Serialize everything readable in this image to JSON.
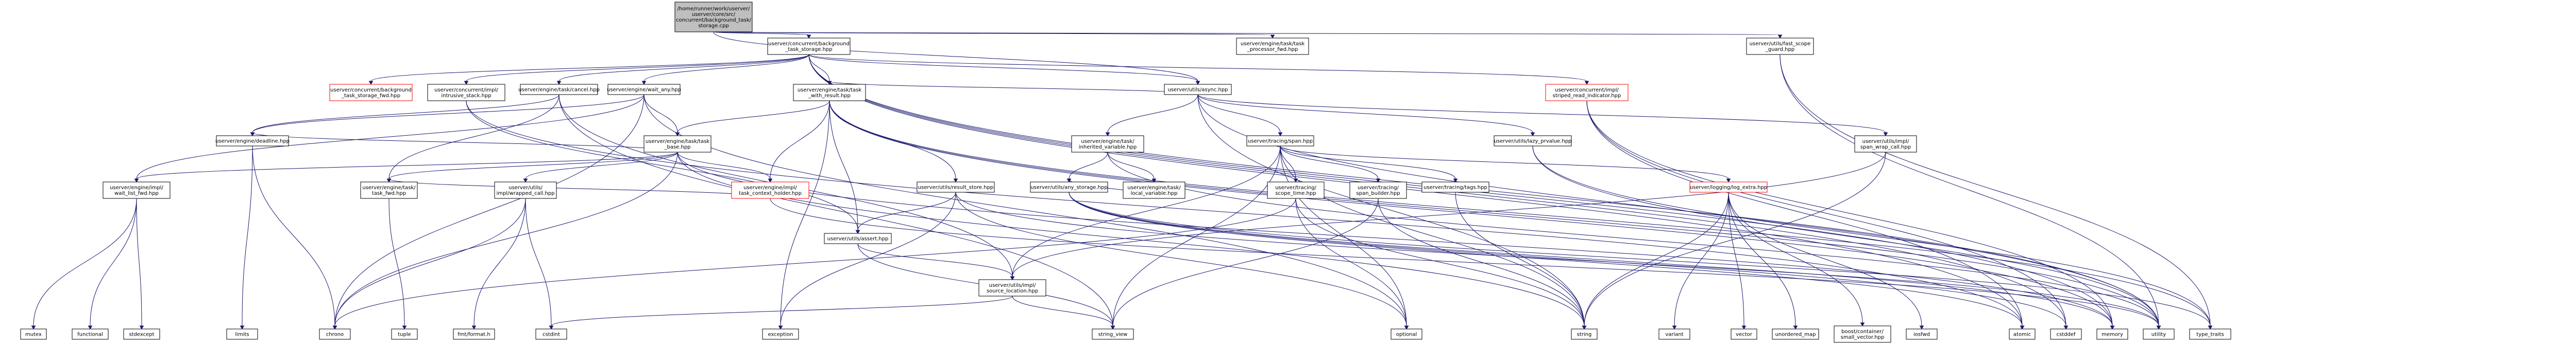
{
  "colors": {
    "root_fill": "#bfbfbf",
    "node_fill": "#ffffff",
    "node_border": "#000000",
    "link_border": "#ff0000",
    "edge": "#191970"
  },
  "nodes": [
    {
      "id": "root",
      "lines": [
        "/home/runner/work/userver/",
        "userver/core/src/",
        "concurrent/background_task/",
        "storage.cpp"
      ],
      "kind": "root"
    },
    {
      "id": "n_bts",
      "lines": [
        "userver/concurrent/background",
        "_task_storage.hpp"
      ],
      "kind": "link"
    },
    {
      "id": "n_tp",
      "lines": [
        "userver/engine/task/task",
        "_processor_fwd.hpp"
      ],
      "kind": "link"
    },
    {
      "id": "n_bg_fwd",
      "lines": [
        "userver/concurrent/background",
        "_task_storage_fwd.hpp"
      ],
      "kind": "link"
    },
    {
      "id": "n_impl",
      "lines": [
        "userver/concurrent/impl/",
        "intrusive_stack.hpp"
      ],
      "kind": "link"
    },
    {
      "id": "n_cancel",
      "lines": [
        "userver/engine/task/cancel.hpp"
      ],
      "kind": "link"
    },
    {
      "id": "n_wq",
      "lines": [
        "userver/engine/wait_any.hpp"
      ],
      "kind": "link"
    },
    {
      "id": "n_task",
      "lines": [
        "userver/engine/task/task",
        "_with_result.hpp"
      ],
      "kind": "link"
    },
    {
      "id": "n_utils_async",
      "lines": [
        "userver/utils/async.hpp"
      ],
      "kind": "link"
    },
    {
      "id": "n_fast_scope",
      "lines": [
        "userver/utils/fast_scope",
        "_guard.hpp"
      ],
      "kind": "link"
    },
    {
      "id": "n_counter",
      "lines": [
        "userver/concurrent/impl/",
        "striped_read_indicator.hpp"
      ],
      "kind": "link"
    },
    {
      "id": "n_deadline",
      "lines": [
        "userver/engine/deadline.hpp"
      ],
      "kind": "link"
    },
    {
      "id": "n_task_base",
      "lines": [
        "userver/engine/task/task",
        "_base.hpp"
      ],
      "kind": "link"
    },
    {
      "id": "n_span",
      "lines": [
        "userver/tracing/span.hpp"
      ],
      "kind": "link"
    },
    {
      "id": "n_lazy",
      "lines": [
        "userver/utils/lazy_prvalue.hpp"
      ],
      "kind": "link"
    },
    {
      "id": "n_impl_wait",
      "lines": [
        "userver/engine/impl/",
        "wait_list_fwd.hpp"
      ],
      "kind": "link"
    },
    {
      "id": "n_task_fwd",
      "lines": [
        "userver/engine/task/",
        "task_fwd.hpp"
      ],
      "kind": "link"
    },
    {
      "id": "n_impl_tc",
      "lines": [
        "userver/engine/impl/",
        "task_context_holder.hpp"
      ],
      "kind": "link"
    },
    {
      "id": "n_task_inh",
      "lines": [
        "userver/engine/task/",
        "inherited_variable.hpp"
      ],
      "kind": "link"
    },
    {
      "id": "n_result",
      "lines": [
        "userver/utils/result_store.hpp"
      ],
      "kind": "link"
    },
    {
      "id": "n_any_storage",
      "lines": [
        "userver/utils/any_storage.hpp"
      ],
      "kind": "link"
    },
    {
      "id": "n_task_info",
      "lines": [
        "userver/engine/task/",
        "local_variable.hpp"
      ],
      "kind": "link"
    },
    {
      "id": "n_clock",
      "lines": [
        "userver/utils/",
        "impl/wrapped_call.hpp"
      ],
      "kind": "link"
    },
    {
      "id": "n_span_builder",
      "lines": [
        "userver/tracing/",
        "span_builder.hpp"
      ],
      "kind": "link"
    },
    {
      "id": "n_log",
      "lines": [
        "userver/logging/log_extra.hpp"
      ],
      "kind": "link"
    },
    {
      "id": "n_tags",
      "lines": [
        "userver/tracing/tags.hpp"
      ],
      "kind": "link"
    },
    {
      "id": "n_scope_time",
      "lines": [
        "userver/tracing/",
        "scope_time.hpp"
      ],
      "kind": "link"
    },
    {
      "id": "n_assert",
      "lines": [
        "userver/utils/assert.hpp"
      ],
      "kind": "link"
    },
    {
      "id": "n_wrapped",
      "lines": [
        "userver/utils/impl/",
        "span_wrap_call.hpp"
      ],
      "kind": "link"
    },
    {
      "id": "n_source",
      "lines": [
        "userver/utils/impl/",
        "source_location.hpp"
      ],
      "kind": "link"
    },
    {
      "id": "n_string_view",
      "lines": [
        "string_view"
      ],
      "kind": "std"
    },
    {
      "id": "n_atomic",
      "lines": [
        "atomic"
      ],
      "kind": "std"
    },
    {
      "id": "n_cstddef",
      "lines": [
        "cstddef"
      ],
      "kind": "std"
    },
    {
      "id": "n_memory",
      "lines": [
        "memory"
      ],
      "kind": "std"
    },
    {
      "id": "n_utility",
      "lines": [
        "utility"
      ],
      "kind": "std"
    },
    {
      "id": "n_optional",
      "lines": [
        "optional"
      ],
      "kind": "std"
    },
    {
      "id": "n_chrono",
      "lines": [
        "chrono"
      ],
      "kind": "std"
    },
    {
      "id": "n_exception",
      "lines": [
        "exception"
      ],
      "kind": "std"
    },
    {
      "id": "n_functional",
      "lines": [
        "functional"
      ],
      "kind": "std"
    },
    {
      "id": "n_type_traits",
      "lines": [
        "type_traits"
      ],
      "kind": "std"
    },
    {
      "id": "n_string",
      "lines": [
        "string"
      ],
      "kind": "std"
    },
    {
      "id": "n_vector",
      "lines": [
        "vector"
      ],
      "kind": "std"
    },
    {
      "id": "n_stdexcept",
      "lines": [
        "stdexcept"
      ],
      "kind": "std"
    },
    {
      "id": "n_cstdint",
      "lines": [
        "cstdint"
      ],
      "kind": "std"
    },
    {
      "id": "n_variant",
      "lines": [
        "variant"
      ],
      "kind": "std"
    },
    {
      "id": "n_tuple",
      "lines": [
        "tuple"
      ],
      "kind": "std"
    },
    {
      "id": "n_unordered",
      "lines": [
        "unordered_map"
      ],
      "kind": "std"
    },
    {
      "id": "n_boost",
      "lines": [
        "boost/container/",
        "small_vector.hpp"
      ],
      "kind": "std"
    },
    {
      "id": "n_fmt",
      "lines": [
        "fmt/format.h"
      ],
      "kind": "std"
    },
    {
      "id": "n_iosfwd",
      "lines": [
        "iosfwd"
      ],
      "kind": "std"
    },
    {
      "id": "n_limits",
      "lines": [
        "limits"
      ],
      "kind": "std"
    },
    {
      "id": "n_mutex",
      "lines": [
        "mutex"
      ],
      "kind": "std"
    }
  ],
  "edges": [
    [
      "root",
      "n_bts"
    ],
    [
      "root",
      "n_tp"
    ],
    [
      "root",
      "n_utils_async"
    ],
    [
      "root",
      "n_fast_scope"
    ],
    [
      "n_bts",
      "n_bg_fwd"
    ],
    [
      "n_bts",
      "n_impl"
    ],
    [
      "n_bts",
      "n_cancel"
    ],
    [
      "n_bts",
      "n_wq"
    ],
    [
      "n_bts",
      "n_task"
    ],
    [
      "n_bts",
      "n_utils_async"
    ],
    [
      "n_bts",
      "n_counter"
    ],
    [
      "n_bts",
      "n_atomic"
    ],
    [
      "n_bts",
      "n_cstddef"
    ],
    [
      "n_bts",
      "n_memory"
    ],
    [
      "n_bts",
      "n_utility"
    ],
    [
      "n_impl",
      "n_atomic"
    ],
    [
      "n_impl",
      "n_assert"
    ],
    [
      "n_cancel",
      "n_string_view"
    ],
    [
      "n_cancel",
      "n_deadline"
    ],
    [
      "n_cancel",
      "n_task_fwd"
    ],
    [
      "n_cancel",
      "n_source"
    ],
    [
      "n_wq",
      "n_chrono"
    ],
    [
      "n_wq",
      "n_optional"
    ],
    [
      "n_wq",
      "n_deadline"
    ],
    [
      "n_wq",
      "n_impl_wait"
    ],
    [
      "n_wq",
      "n_task_base"
    ],
    [
      "n_task",
      "n_exception"
    ],
    [
      "n_task",
      "n_memory"
    ],
    [
      "n_task",
      "n_type_traits"
    ],
    [
      "n_task",
      "n_utility"
    ],
    [
      "n_task",
      "n_task_base"
    ],
    [
      "n_task",
      "n_result"
    ],
    [
      "n_task",
      "n_impl_tc"
    ],
    [
      "n_task",
      "n_assert"
    ],
    [
      "n_utils_async",
      "n_string"
    ],
    [
      "n_utils_async",
      "n_utility"
    ],
    [
      "n_utils_async",
      "n_task_inh"
    ],
    [
      "n_utils_async",
      "n_span"
    ],
    [
      "n_utils_async",
      "n_lazy"
    ],
    [
      "n_utils_async",
      "n_wrapped"
    ],
    [
      "n_utils_async",
      "n_task"
    ],
    [
      "n_fast_scope",
      "n_type_traits"
    ],
    [
      "n_fast_scope",
      "n_utility"
    ],
    [
      "n_counter",
      "n_atomic"
    ],
    [
      "n_counter",
      "n_cstddef"
    ],
    [
      "n_counter",
      "n_memory"
    ],
    [
      "n_deadline",
      "n_chrono"
    ],
    [
      "n_deadline",
      "n_limits"
    ],
    [
      "n_task_base",
      "n_chrono"
    ],
    [
      "n_task_base",
      "n_memory"
    ],
    [
      "n_task_base",
      "n_string"
    ],
    [
      "n_task_base",
      "n_deadline"
    ],
    [
      "n_task_base",
      "n_impl_wait"
    ],
    [
      "n_task_base",
      "n_impl_tc"
    ],
    [
      "n_task_base",
      "n_task_fwd"
    ],
    [
      "n_task_base",
      "n_clock"
    ],
    [
      "n_span",
      "n_optional"
    ],
    [
      "n_span",
      "n_string"
    ],
    [
      "n_span",
      "n_string_view"
    ],
    [
      "n_span",
      "n_log"
    ],
    [
      "n_span",
      "n_scope_time"
    ],
    [
      "n_span",
      "n_span_builder"
    ],
    [
      "n_span",
      "n_tags"
    ],
    [
      "n_span",
      "n_source"
    ],
    [
      "n_lazy",
      "n_type_traits"
    ],
    [
      "n_lazy",
      "n_utility"
    ],
    [
      "n_impl_tc",
      "n_utility"
    ],
    [
      "n_impl_tc",
      "n_task_fwd"
    ],
    [
      "n_task_inh",
      "n_utility"
    ],
    [
      "n_task_inh",
      "n_any_storage"
    ],
    [
      "n_task_inh",
      "n_task_info"
    ],
    [
      "n_result",
      "n_exception"
    ],
    [
      "n_result",
      "n_optional"
    ],
    [
      "n_result",
      "n_utility"
    ],
    [
      "n_result",
      "n_assert"
    ],
    [
      "n_any_storage",
      "n_atomic"
    ],
    [
      "n_any_storage",
      "n_cstddef"
    ],
    [
      "n_any_storage",
      "n_memory"
    ],
    [
      "n_any_storage",
      "n_type_traits"
    ],
    [
      "n_task_info",
      "n_any_storage"
    ],
    [
      "n_clock",
      "n_chrono"
    ],
    [
      "n_clock",
      "n_cstdint"
    ],
    [
      "n_span_builder",
      "n_string"
    ],
    [
      "n_span_builder",
      "n_string_view"
    ],
    [
      "n_log",
      "n_variant"
    ],
    [
      "n_log",
      "n_vector"
    ],
    [
      "n_log",
      "n_unordered"
    ],
    [
      "n_log",
      "n_boost"
    ],
    [
      "n_log",
      "n_string"
    ],
    [
      "n_tags",
      "n_string"
    ],
    [
      "n_scope_time",
      "n_chrono"
    ],
    [
      "n_scope_time",
      "n_optional"
    ],
    [
      "n_scope_time",
      "n_string"
    ],
    [
      "n_assert",
      "n_string_view"
    ],
    [
      "n_assert",
      "n_source"
    ],
    [
      "n_wrapped",
      "n_string"
    ],
    [
      "n_wrapped",
      "n_source"
    ],
    [
      "n_source",
      "n_cstdint"
    ],
    [
      "n_source",
      "n_string_view"
    ],
    [
      "n_task_fwd",
      "n_tuple"
    ],
    [
      "n_impl_wait",
      "n_mutex"
    ],
    [
      "n_impl_wait",
      "n_functional"
    ],
    [
      "n_impl_wait",
      "n_stdexcept"
    ],
    [
      "n_clock",
      "n_fmt"
    ],
    [
      "n_log",
      "n_iosfwd"
    ]
  ]
}
